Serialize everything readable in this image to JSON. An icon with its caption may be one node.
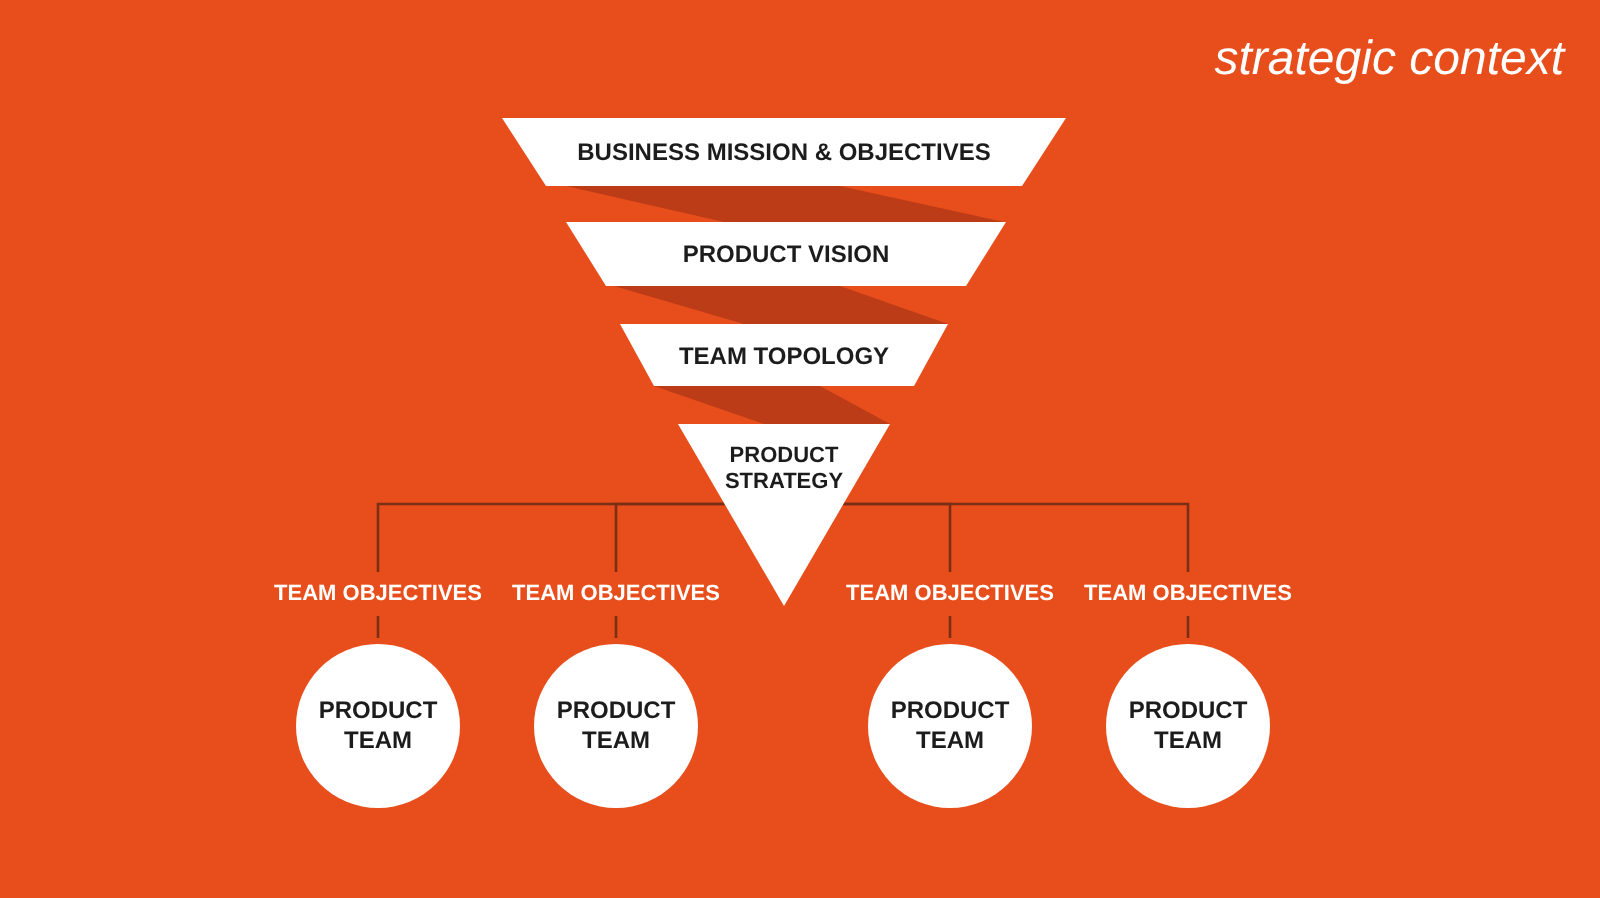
{
  "diagram": {
    "title": "strategic context",
    "nodes": [
      {
        "text": [
          "BUSINESS MISSION & OBJECTIVES"
        ]
      },
      {
        "text": [
          "PRODUCT VISION"
        ]
      },
      {
        "text": [
          "TEAM TOPOLOGY"
        ]
      },
      {
        "text": [
          "PRODUCT STRATEGY"
        ]
      },
      {
        "text": [
          "TEAM OBJECTIVES"
        ]
      },
      {
        "text": [
          "TEAM OBJECTIVES"
        ]
      },
      {
        "text": [
          "TEAM OBJECTIVES"
        ]
      },
      {
        "text": [
          "TEAM OBJECTIVES"
        ]
      },
      {
        "text": [
          "PRODUCT TEAM"
        ]
      },
      {
        "text": [
          "PRODUCT TEAM"
        ]
      },
      {
        "text": [
          "PRODUCT TEAM"
        ]
      },
      {
        "text": [
          "PRODUCT TEAM"
        ]
      }
    ],
    "edges": [
      {
        "from": 3,
        "to": 4,
        "arrow": "none"
      },
      {
        "from": 3,
        "to": 5,
        "arrow": "none"
      },
      {
        "from": 3,
        "to": 6,
        "arrow": "none"
      },
      {
        "from": 3,
        "to": 7,
        "arrow": "none"
      },
      {
        "from": 4,
        "to": 8,
        "arrow": "none"
      },
      {
        "from": 5,
        "to": 9,
        "arrow": "none"
      },
      {
        "from": 6,
        "to": 10,
        "arrow": "none"
      },
      {
        "from": 7,
        "to": 11,
        "arrow": "none"
      }
    ]
  }
}
